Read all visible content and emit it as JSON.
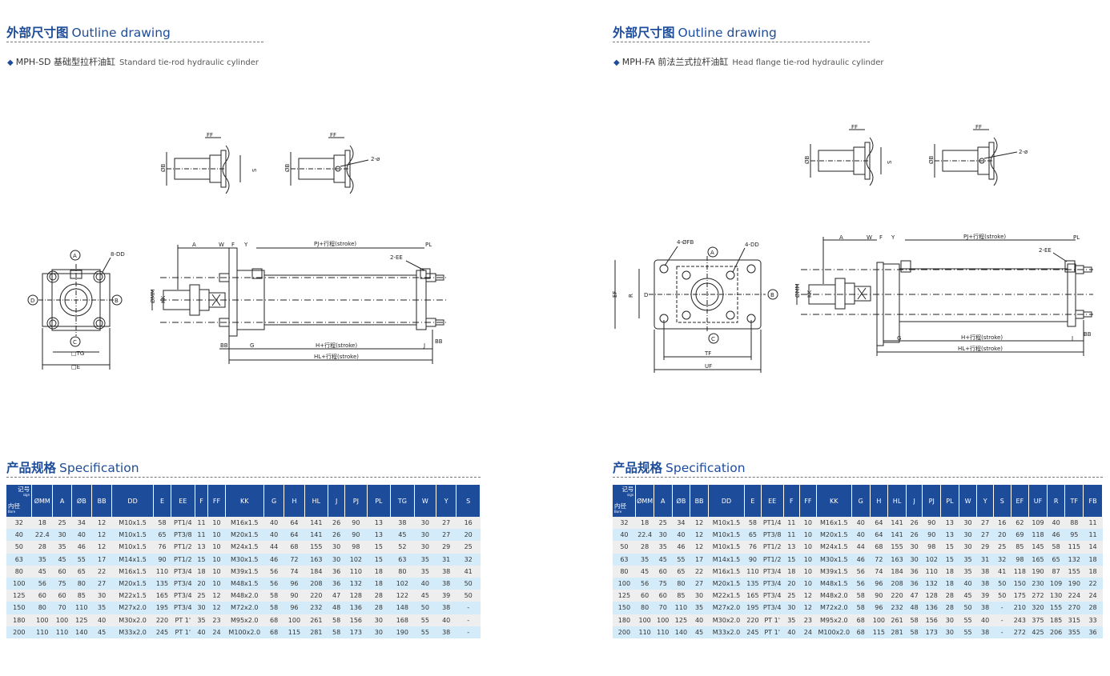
{
  "left": {
    "section_title_cn": "外部尺寸图",
    "section_title_en": "Outline drawing",
    "subtitle_model": "MPH-SD 基础型拉杆油缸",
    "subtitle_en": "Standard tie-rod hydraulic cylinder",
    "spec_title_cn": "产品规格",
    "spec_title_en": "Specification",
    "drawing_labels": {
      "ff": "FF",
      "phi_b": "ØB",
      "s": "S",
      "two_phi": "2-ø",
      "a": "A",
      "w": "W",
      "f": "F",
      "y": "Y",
      "pj": "PJ+行程(stroke)",
      "pl": "PL",
      "two_ee": "2-EE",
      "eight_dd": "8-DD",
      "mm": "ØMM",
      "kk": "KK",
      "bb": "BB",
      "g": "G",
      "h": "H+行程(stroke)",
      "j": "J",
      "hl": "HL+行程(stroke)",
      "circle_a": "A",
      "circle_b": "B",
      "circle_c": "C",
      "circle_d": "D",
      "tg": "□TG",
      "e": "□E"
    }
  },
  "right": {
    "section_title_cn": "外部尺寸图",
    "section_title_en": "Outline drawing",
    "subtitle_model": "MPH-FA 前法兰式拉杆油缸",
    "subtitle_en": "Head flange tie-rod hydraulic cylinder",
    "spec_title_cn": "产品规格",
    "spec_title_en": "Specification",
    "drawing_labels": {
      "ff": "FF",
      "phi_b": "ØB",
      "s": "S",
      "two_phi": "2-ø",
      "four_fb": "4-ØFB",
      "four_dd": "4-DD",
      "ef": "EF",
      "r": "R",
      "tf": "TF",
      "uf": "UF",
      "a": "A",
      "w": "W",
      "f": "F",
      "y": "Y",
      "pj": "PJ+行程(stroke)",
      "pl": "PL",
      "two_ee": "2-EE",
      "mm": "ØMM",
      "kk": "KK",
      "bb": "BB",
      "g": "G",
      "h": "H+行程(stroke)",
      "j": "J",
      "hl": "HL+行程(stroke)",
      "circle_a": "A",
      "circle_b": "B",
      "circle_c": "C",
      "circle_d": "D"
    }
  },
  "corner_header": {
    "top": "记号",
    "top_en": "sign",
    "bottom": "内径",
    "bottom_en": "Bore"
  },
  "table_left": {
    "headers": [
      "ØMM",
      "A",
      "ØB",
      "BB",
      "DD",
      "E",
      "EE",
      "F",
      "FF",
      "KK",
      "G",
      "H",
      "HL",
      "J",
      "PJ",
      "PL",
      "TG",
      "W",
      "Y",
      "S"
    ],
    "rows": [
      [
        "32",
        "18",
        "25",
        "34",
        "12",
        "M10x1.5",
        "58",
        "PT1/4",
        "11",
        "10",
        "M16x1.5",
        "40",
        "64",
        "141",
        "26",
        "90",
        "13",
        "38",
        "30",
        "27",
        "16"
      ],
      [
        "40",
        "22.4",
        "30",
        "40",
        "12",
        "M10x1.5",
        "65",
        "PT3/8",
        "11",
        "10",
        "M20x1.5",
        "40",
        "64",
        "141",
        "26",
        "90",
        "13",
        "45",
        "30",
        "27",
        "20"
      ],
      [
        "50",
        "28",
        "35",
        "46",
        "12",
        "M10x1.5",
        "76",
        "PT1/2",
        "13",
        "10",
        "M24x1.5",
        "44",
        "68",
        "155",
        "30",
        "98",
        "15",
        "52",
        "30",
        "29",
        "25"
      ],
      [
        "63",
        "35",
        "45",
        "55",
        "17",
        "M14x1.5",
        "90",
        "PT1/2",
        "15",
        "10",
        "M30x1.5",
        "46",
        "72",
        "163",
        "30",
        "102",
        "15",
        "63",
        "35",
        "31",
        "32"
      ],
      [
        "80",
        "45",
        "60",
        "65",
        "22",
        "M16x1.5",
        "110",
        "PT3/4",
        "18",
        "10",
        "M39x1.5",
        "56",
        "74",
        "184",
        "36",
        "110",
        "18",
        "80",
        "35",
        "38",
        "41"
      ],
      [
        "100",
        "56",
        "75",
        "80",
        "27",
        "M20x1.5",
        "135",
        "PT3/4",
        "20",
        "10",
        "M48x1.5",
        "56",
        "96",
        "208",
        "36",
        "132",
        "18",
        "102",
        "40",
        "38",
        "50"
      ],
      [
        "125",
        "60",
        "60",
        "85",
        "30",
        "M22x1.5",
        "165",
        "PT3/4",
        "25",
        "12",
        "M48x2.0",
        "58",
        "90",
        "220",
        "47",
        "128",
        "28",
        "122",
        "45",
        "39",
        "50"
      ],
      [
        "150",
        "80",
        "70",
        "110",
        "35",
        "M27x2.0",
        "195",
        "PT3/4",
        "30",
        "12",
        "M72x2.0",
        "58",
        "96",
        "232",
        "48",
        "136",
        "28",
        "148",
        "50",
        "38",
        "-"
      ],
      [
        "180",
        "100",
        "100",
        "125",
        "40",
        "M30x2.0",
        "220",
        "PT 1'",
        "35",
        "23",
        "M95x2.0",
        "68",
        "100",
        "261",
        "58",
        "156",
        "30",
        "168",
        "55",
        "40",
        "-"
      ],
      [
        "200",
        "110",
        "110",
        "140",
        "45",
        "M33x2.0",
        "245",
        "PT 1'",
        "40",
        "24",
        "M100x2.0",
        "68",
        "115",
        "281",
        "58",
        "173",
        "30",
        "190",
        "55",
        "38",
        "-"
      ]
    ]
  },
  "table_right": {
    "headers": [
      "ØMM",
      "A",
      "ØB",
      "BB",
      "DD",
      "E",
      "EE",
      "F",
      "FF",
      "KK",
      "G",
      "H",
      "HL",
      "J",
      "PJ",
      "PL",
      "W",
      "Y",
      "S",
      "EF",
      "UF",
      "R",
      "TF",
      "FB"
    ],
    "rows": [
      [
        "32",
        "18",
        "25",
        "34",
        "12",
        "M10x1.5",
        "58",
        "PT1/4",
        "11",
        "10",
        "M16x1.5",
        "40",
        "64",
        "141",
        "26",
        "90",
        "13",
        "30",
        "27",
        "16",
        "62",
        "109",
        "40",
        "88",
        "11"
      ],
      [
        "40",
        "22.4",
        "30",
        "40",
        "12",
        "M10x1.5",
        "65",
        "PT3/8",
        "11",
        "10",
        "M20x1.5",
        "40",
        "64",
        "141",
        "26",
        "90",
        "13",
        "30",
        "27",
        "20",
        "69",
        "118",
        "46",
        "95",
        "11"
      ],
      [
        "50",
        "28",
        "35",
        "46",
        "12",
        "M10x1.5",
        "76",
        "PT1/2",
        "13",
        "10",
        "M24x1.5",
        "44",
        "68",
        "155",
        "30",
        "98",
        "15",
        "30",
        "29",
        "25",
        "85",
        "145",
        "58",
        "115",
        "14"
      ],
      [
        "63",
        "35",
        "45",
        "55",
        "17",
        "M14x1.5",
        "90",
        "PT1/2",
        "15",
        "10",
        "M30x1.5",
        "46",
        "72",
        "163",
        "30",
        "102",
        "15",
        "35",
        "31",
        "32",
        "98",
        "165",
        "65",
        "132",
        "18"
      ],
      [
        "80",
        "45",
        "60",
        "65",
        "22",
        "M16x1.5",
        "110",
        "PT3/4",
        "18",
        "10",
        "M39x1.5",
        "56",
        "74",
        "184",
        "36",
        "110",
        "18",
        "35",
        "38",
        "41",
        "118",
        "190",
        "87",
        "155",
        "18"
      ],
      [
        "100",
        "56",
        "75",
        "80",
        "27",
        "M20x1.5",
        "135",
        "PT3/4",
        "20",
        "10",
        "M48x1.5",
        "56",
        "96",
        "208",
        "36",
        "132",
        "18",
        "40",
        "38",
        "50",
        "150",
        "230",
        "109",
        "190",
        "22"
      ],
      [
        "125",
        "60",
        "60",
        "85",
        "30",
        "M22x1.5",
        "165",
        "PT3/4",
        "25",
        "12",
        "M48x2.0",
        "58",
        "90",
        "220",
        "47",
        "128",
        "28",
        "45",
        "39",
        "50",
        "175",
        "272",
        "130",
        "224",
        "24"
      ],
      [
        "150",
        "80",
        "70",
        "110",
        "35",
        "M27x2.0",
        "195",
        "PT3/4",
        "30",
        "12",
        "M72x2.0",
        "58",
        "96",
        "232",
        "48",
        "136",
        "28",
        "50",
        "38",
        "-",
        "210",
        "320",
        "155",
        "270",
        "28"
      ],
      [
        "180",
        "100",
        "100",
        "125",
        "40",
        "M30x2.0",
        "220",
        "PT 1'",
        "35",
        "23",
        "M95x2.0",
        "68",
        "100",
        "261",
        "58",
        "156",
        "30",
        "55",
        "40",
        "-",
        "243",
        "375",
        "185",
        "315",
        "33"
      ],
      [
        "200",
        "110",
        "110",
        "140",
        "45",
        "M33x2.0",
        "245",
        "PT 1'",
        "40",
        "24",
        "M100x2.0",
        "68",
        "115",
        "281",
        "58",
        "173",
        "30",
        "55",
        "38",
        "-",
        "272",
        "425",
        "206",
        "355",
        "36"
      ]
    ]
  }
}
